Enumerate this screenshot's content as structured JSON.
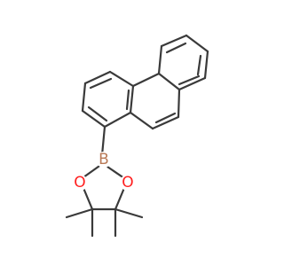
{
  "molecule": {
    "atoms": [
      {
        "id": "B",
        "symbol": "B",
        "color": "#b97a57"
      },
      {
        "id": "O1",
        "symbol": "O",
        "color": "#ff1f1f"
      },
      {
        "id": "O2",
        "symbol": "O",
        "color": "#ff1f1f"
      }
    ],
    "bond_color": "#3a3a3a",
    "background": "#ffffff"
  }
}
